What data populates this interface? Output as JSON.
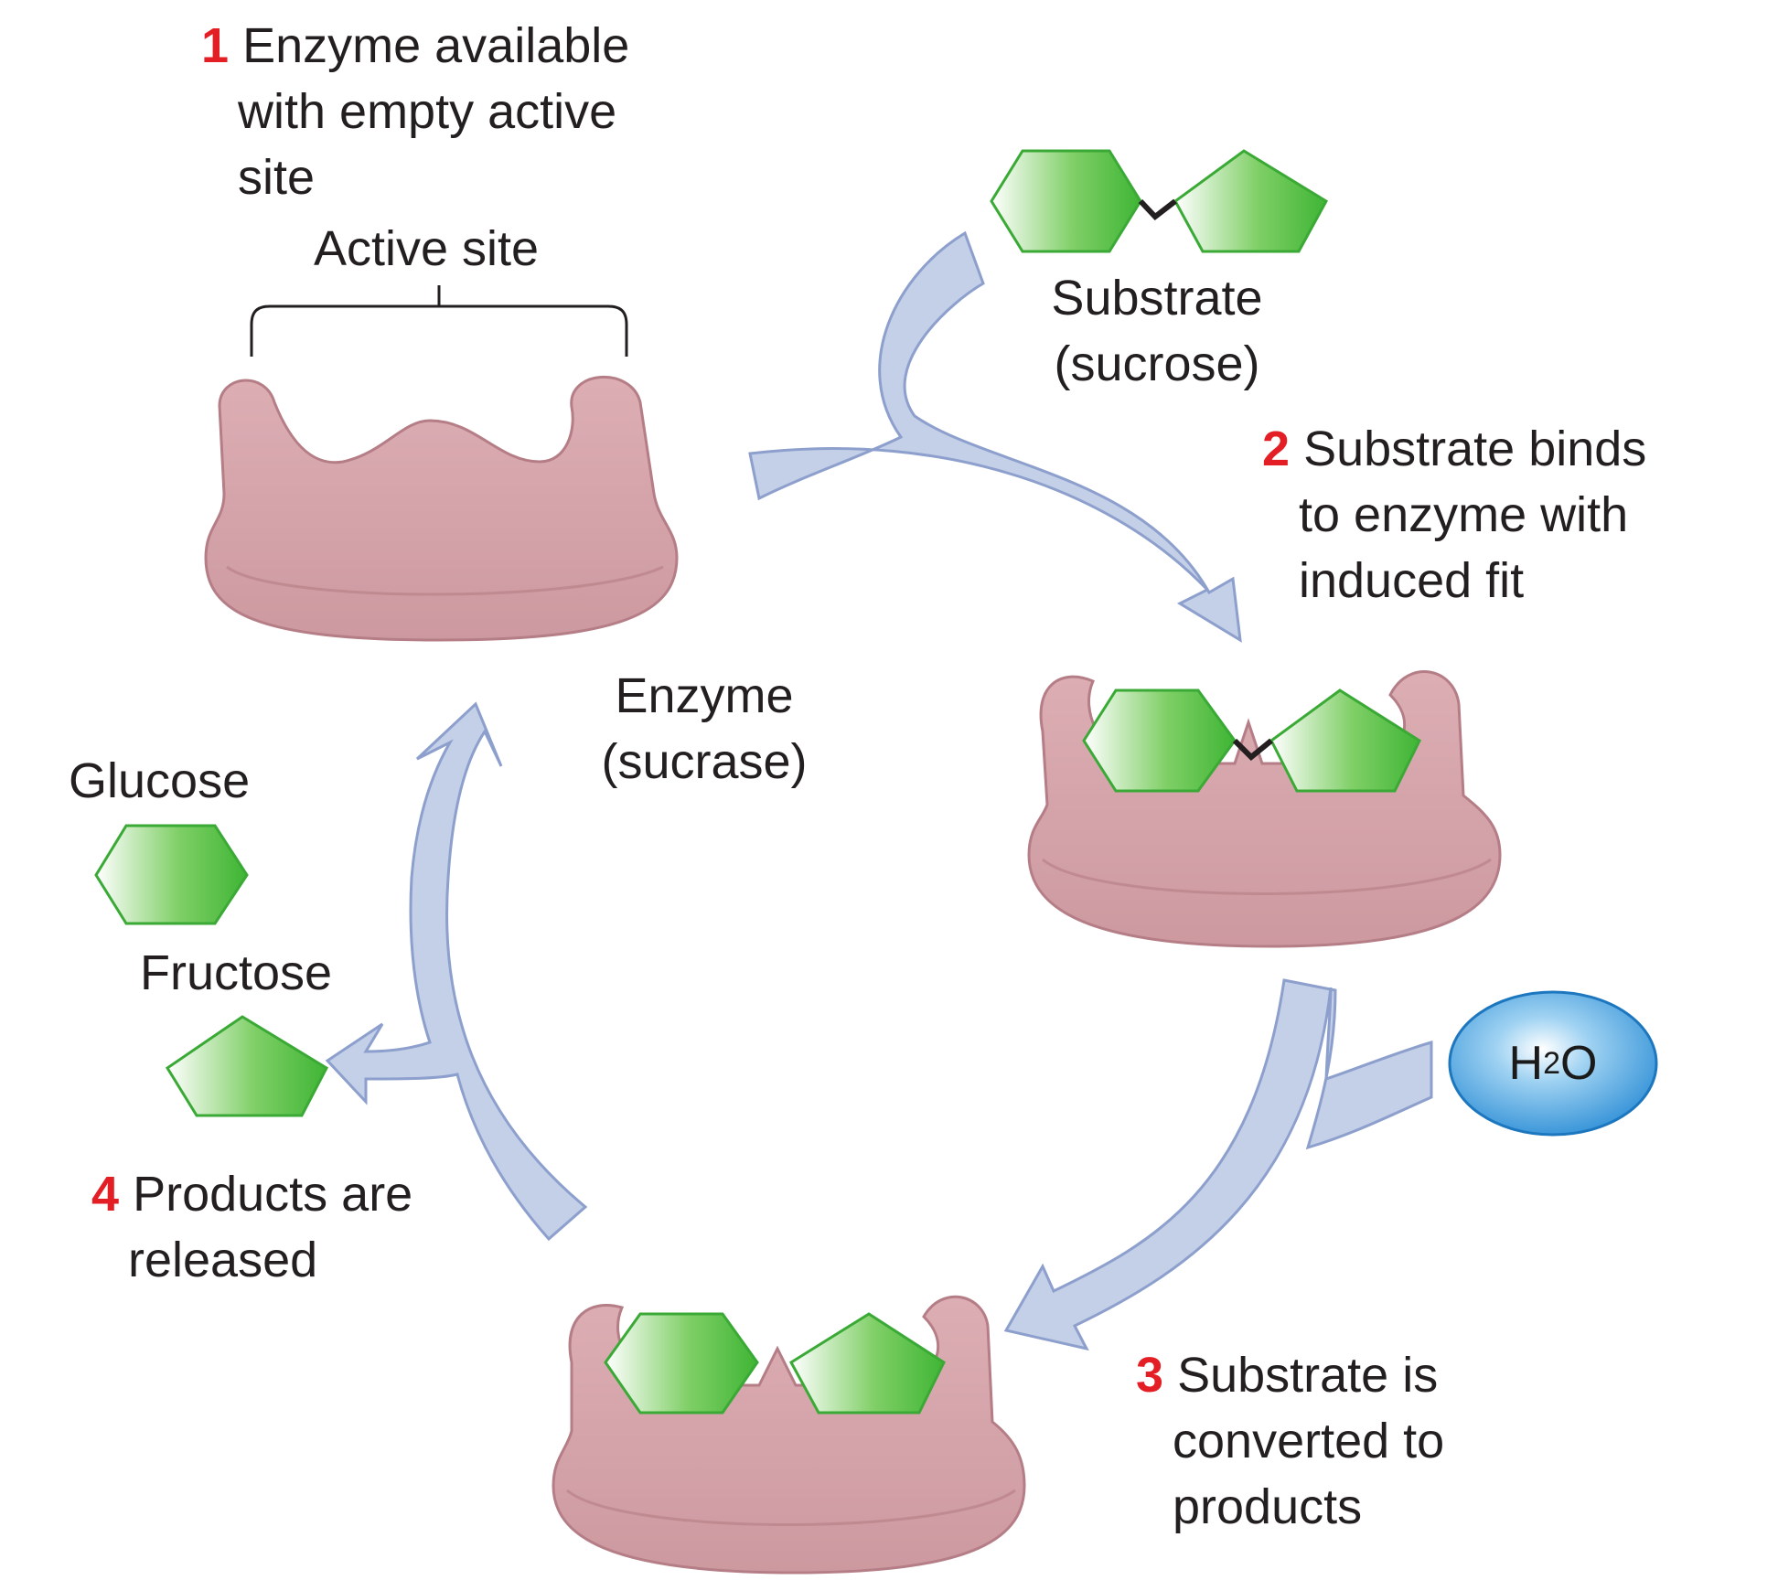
{
  "steps": [
    {
      "number": "1",
      "lines": [
        "Enzyme available",
        "with empty active",
        "site"
      ]
    },
    {
      "number": "2",
      "lines": [
        "Substrate binds",
        "to enzyme with",
        "induced fit"
      ]
    },
    {
      "number": "3",
      "lines": [
        "Substrate is",
        "converted to",
        "products"
      ]
    },
    {
      "number": "4",
      "lines": [
        "Products are",
        "released"
      ]
    }
  ],
  "labels": {
    "active_site": "Active site",
    "substrate": [
      "Substrate",
      "(sucrose)"
    ],
    "enzyme": [
      "Enzyme",
      "(sucrase)"
    ],
    "glucose": "Glucose",
    "fructose": "Fructose",
    "water": {
      "main": "H",
      "sub": "2",
      "tail": "O"
    }
  },
  "colors": {
    "enzyme": "#d4a3aa",
    "enzyme_outline": "#b57d86",
    "sugar_fill": "#5fc24a",
    "sugar_outline": "#3aa935",
    "arrow": "#c4cfe8",
    "arrow_outline": "#8d9fcc",
    "water": "#4da6e0",
    "step_number": "#e31e24"
  }
}
